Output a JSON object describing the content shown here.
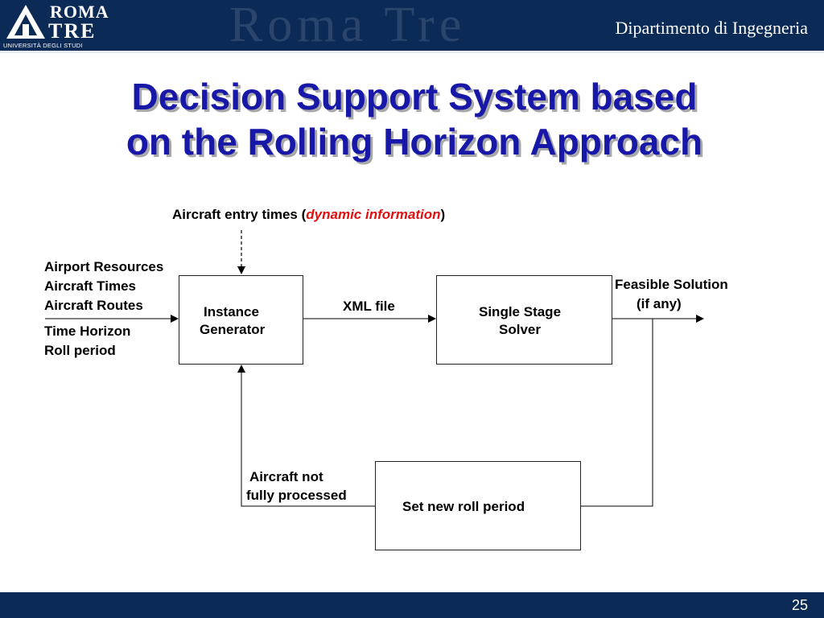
{
  "header": {
    "logo_roma": "ROMA",
    "logo_tre": "TRE",
    "logo_university": "UNIVERSITÀ DEGLI STUDI",
    "watermark": "Roma Tre",
    "department": "Dipartimento di Ingegneria"
  },
  "slide": {
    "title_line1": "Decision Support System based",
    "title_line2": "on the Rolling Horizon Approach",
    "page_number": "25"
  },
  "diagram": {
    "entry_label_prefix": "Aircraft entry times (",
    "entry_label_dynamic": "dynamic information",
    "entry_label_suffix": ")",
    "inputs": [
      "Airport Resources",
      "Aircraft Times",
      "Aircraft Routes",
      "Time Horizon",
      "Roll period"
    ],
    "instance_generator_line1": "Instance",
    "instance_generator_line2": "Generator",
    "xml_file_label": "XML file",
    "solver_line1": "Single Stage",
    "solver_line2": "Solver",
    "feasible_line1": "Feasible Solution",
    "feasible_line2": "(if any)",
    "set_roll_period": "Set new roll period",
    "not_processed_line1": "Aircraft not",
    "not_processed_line2": "fully processed"
  },
  "colors": {
    "header_bg": "#0b2a55",
    "title": "#1818a8",
    "dynamic_text": "#e01010"
  }
}
